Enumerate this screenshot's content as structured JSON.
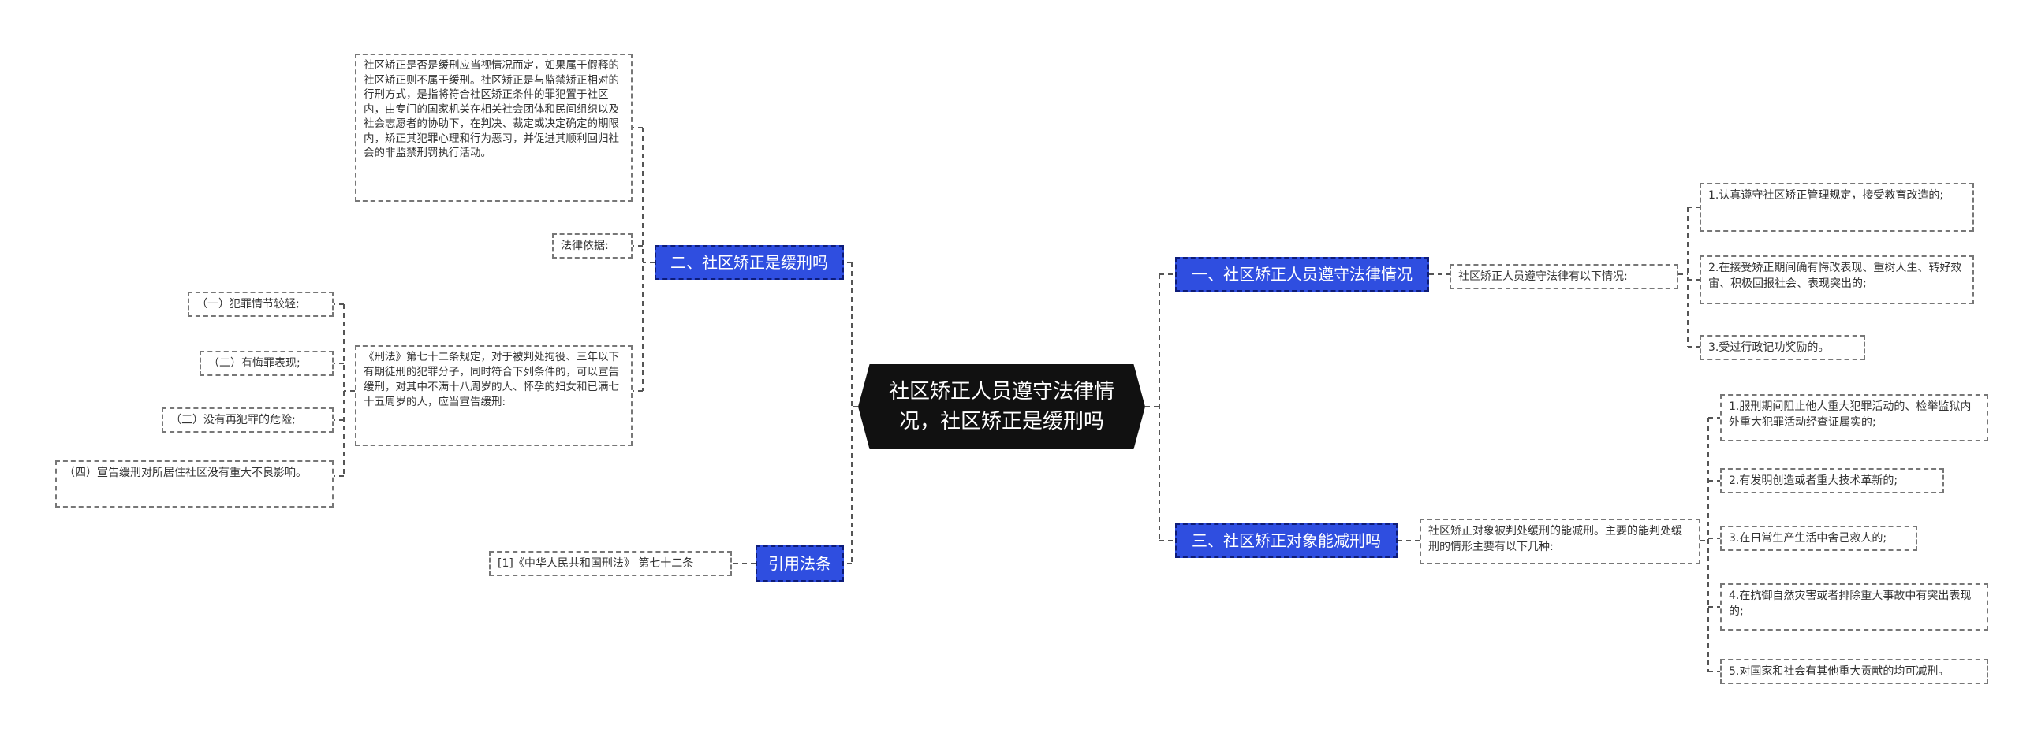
{
  "root": {
    "title": "社区矫正人员遵守法律情况，社区矫正是缓刑吗"
  },
  "branches": {
    "right1": {
      "label": "一、社区矫正人员遵守法律情况",
      "intro": "社区矫正人员遵守法律有以下情况:",
      "items": [
        "1.认真遵守社区矫正管理规定，接受教育改造的;",
        "2.在接受矫正期间确有悔改表现、重树人生、转好效宙、积极回报社会、表现突出的;",
        "3.受过行政记功奖励的。"
      ]
    },
    "right2": {
      "label": "三、社区矫正对象能减刑吗",
      "intro": "社区矫正对象被判处缓刑的能减刑。主要的能判处缓刑的情形主要有以下几种:",
      "items": [
        "1.服刑期间阻止他人重大犯罪活动的、检举监狱内外重大犯罪活动经查证属实的;",
        "2.有发明创造或者重大技术革新的;",
        "3.在日常生产生活中舍己救人的;",
        "4.在抗御自然灾害或者排除重大事故中有突出表现的;",
        "5.对国家和社会有其他重大贡献的均可减刑。"
      ]
    },
    "left1": {
      "label": "二、社区矫正是缓刑吗",
      "definition": "社区矫正是否是缓刑应当视情况而定，如果属于假释的社区矫正则不属于缓刑。社区矫正是与监禁矫正相对的行刑方式，是指将符合社区矫正条件的罪犯置于社区内，由专门的国家机关在相关社会团体和民间组织以及社会志愿者的协助下，在判决、裁定或决定确定的期限内，矫正其犯罪心理和行为恶习，并促进其顺利回归社会的非监禁刑罚执行活动。",
      "legal_basis": "法律依据:",
      "law_text": "《刑法》第七十二条规定，对于被判处拘役、三年以下有期徒刑的犯罪分子，同时符合下列条件的，可以宣告缓刑，对其中不满十八周岁的人、怀孕的妇女和已满七十五周岁的人，应当宣告缓刑:",
      "conditions": [
        "（一）犯罪情节较轻;",
        "（二）有悔罪表现;",
        "（三）没有再犯罪的危险;",
        "（四）宣告缓刑对所居住社区没有重大不良影响。"
      ]
    },
    "left2": {
      "label": "引用法条",
      "citation": "[1]《中华人民共和国刑法》 第七十二条"
    }
  }
}
